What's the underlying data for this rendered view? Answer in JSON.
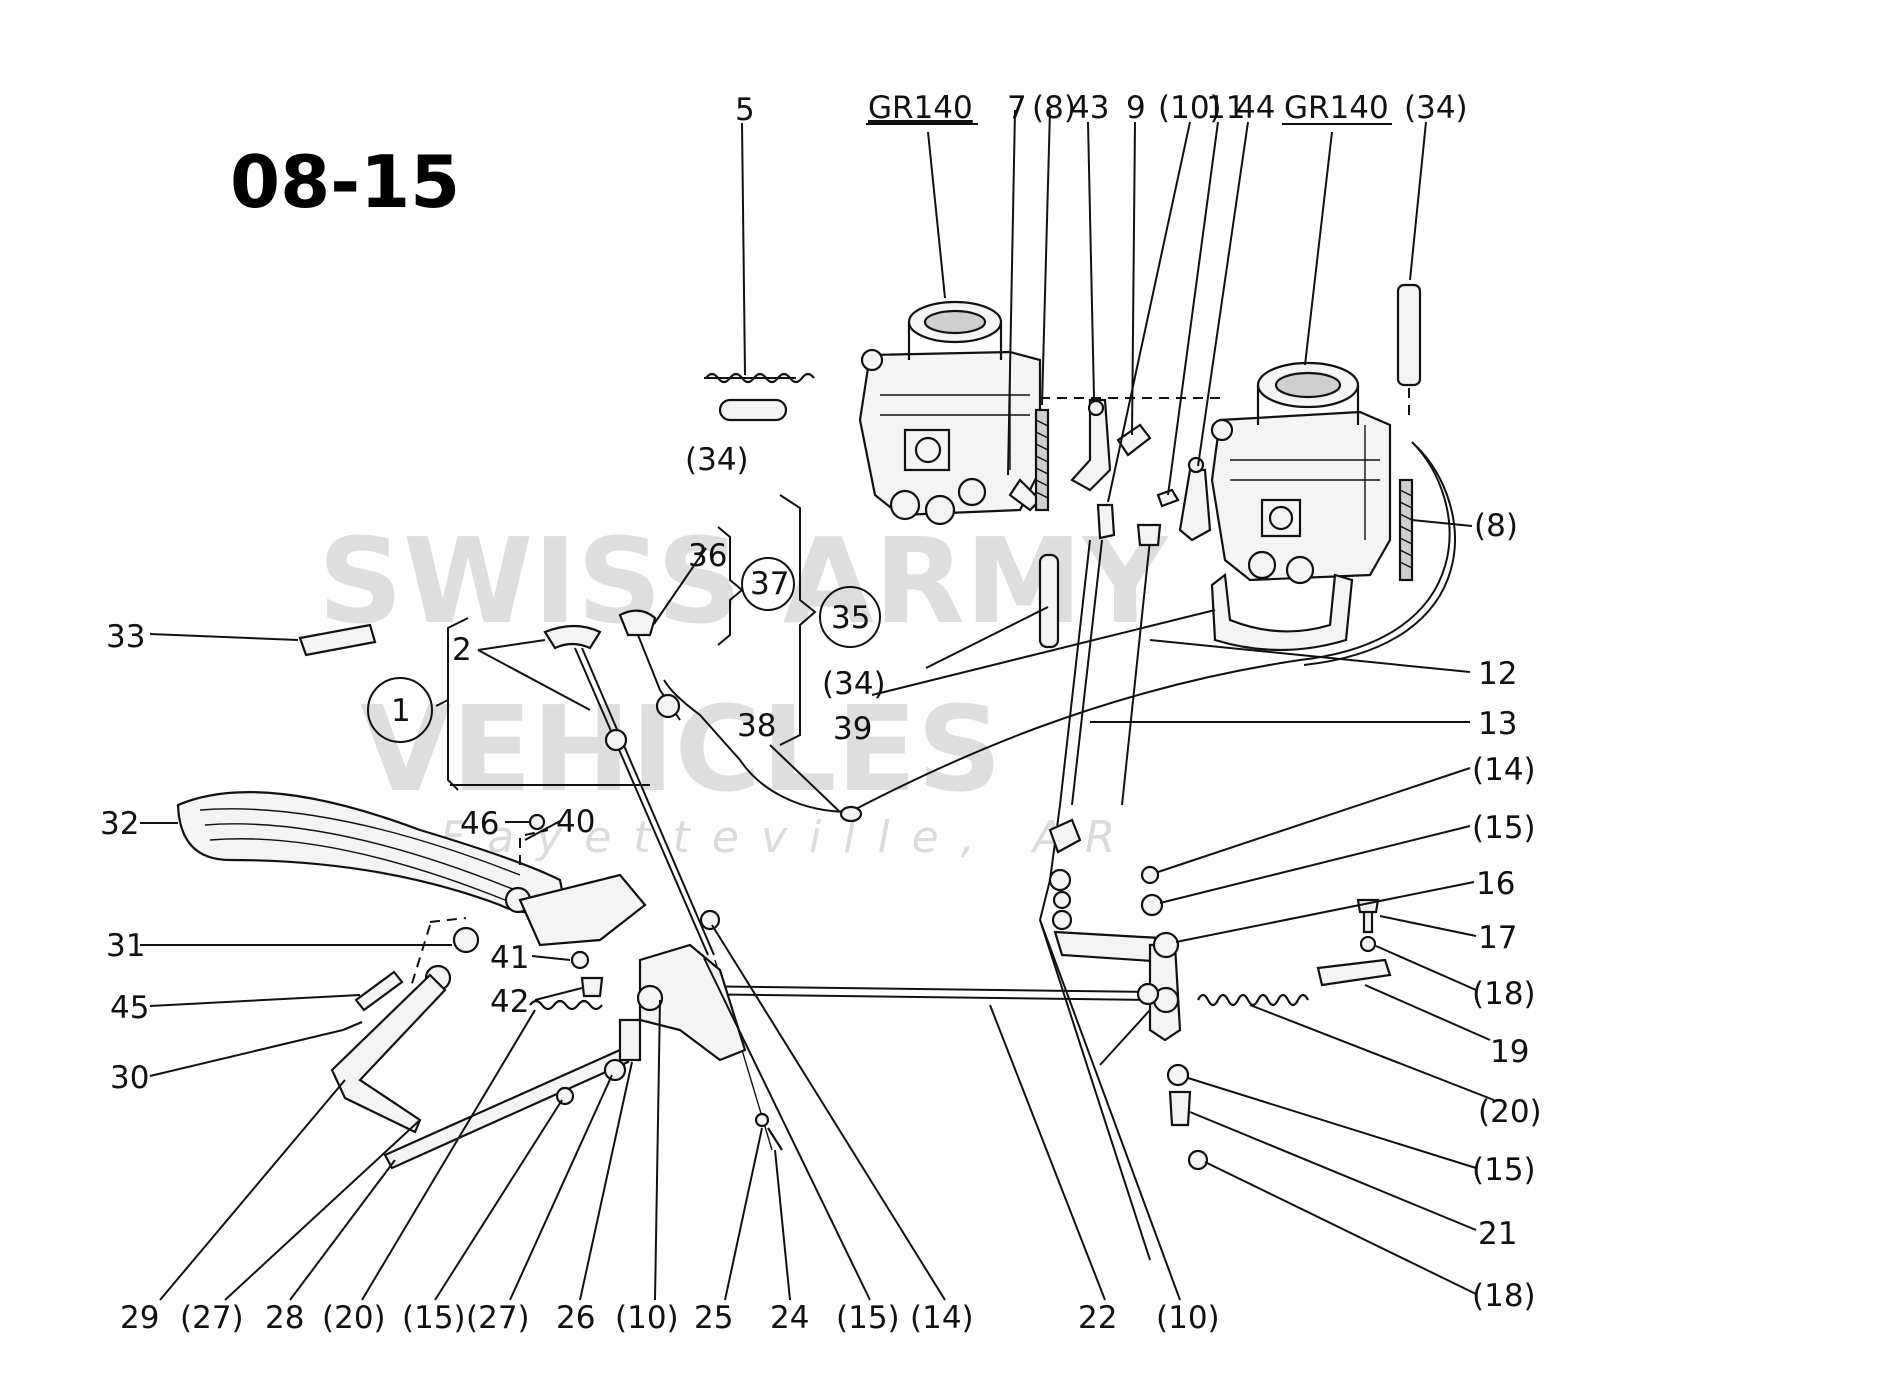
{
  "diagram": {
    "number": "08-15",
    "watermark": {
      "line1": "SWISS ARMY",
      "line2": "VEHICLES",
      "line3": "Fayetteville, AR"
    },
    "labels": [
      {
        "id": "5",
        "text": "5"
      },
      {
        "id": "gr140-left",
        "text": "GR140"
      },
      {
        "id": "7",
        "text": "7"
      },
      {
        "id": "8a",
        "text": "(8)"
      },
      {
        "id": "43",
        "text": "43"
      },
      {
        "id": "9",
        "text": "9"
      },
      {
        "id": "10a",
        "text": "(10)"
      },
      {
        "id": "11",
        "text": "11"
      },
      {
        "id": "44",
        "text": "44"
      },
      {
        "id": "gr140-right",
        "text": "GR140"
      },
      {
        "id": "34a",
        "text": "(34)"
      },
      {
        "id": "34b",
        "text": "(34)"
      },
      {
        "id": "36",
        "text": "36"
      },
      {
        "id": "37",
        "text": "37"
      },
      {
        "id": "35",
        "text": "35"
      },
      {
        "id": "33",
        "text": "33"
      },
      {
        "id": "2",
        "text": "2"
      },
      {
        "id": "1",
        "text": "1"
      },
      {
        "id": "34c",
        "text": "(34)"
      },
      {
        "id": "39",
        "text": "39"
      },
      {
        "id": "38",
        "text": "38"
      },
      {
        "id": "8b",
        "text": "(8)"
      },
      {
        "id": "12",
        "text": "12"
      },
      {
        "id": "13",
        "text": "13"
      },
      {
        "id": "14a",
        "text": "(14)"
      },
      {
        "id": "15a",
        "text": "(15)"
      },
      {
        "id": "16",
        "text": "16"
      },
      {
        "id": "17",
        "text": "17"
      },
      {
        "id": "18a",
        "text": "(18)"
      },
      {
        "id": "19",
        "text": "19"
      },
      {
        "id": "20a",
        "text": "(20)"
      },
      {
        "id": "15b",
        "text": "(15)"
      },
      {
        "id": "21",
        "text": "21"
      },
      {
        "id": "18b",
        "text": "(18)"
      },
      {
        "id": "32",
        "text": "32"
      },
      {
        "id": "46",
        "text": "46"
      },
      {
        "id": "40",
        "text": "40"
      },
      {
        "id": "31",
        "text": "31"
      },
      {
        "id": "41",
        "text": "41"
      },
      {
        "id": "42",
        "text": "42"
      },
      {
        "id": "45",
        "text": "45"
      },
      {
        "id": "30",
        "text": "30"
      },
      {
        "id": "29",
        "text": "29"
      },
      {
        "id": "27a",
        "text": "(27)"
      },
      {
        "id": "28",
        "text": "28"
      },
      {
        "id": "20b",
        "text": "(20)"
      },
      {
        "id": "15c",
        "text": "(15)"
      },
      {
        "id": "27b",
        "text": "(27)"
      },
      {
        "id": "26",
        "text": "26"
      },
      {
        "id": "10b",
        "text": "(10)"
      },
      {
        "id": "25",
        "text": "25"
      },
      {
        "id": "24",
        "text": "24"
      },
      {
        "id": "15d",
        "text": "(15)"
      },
      {
        "id": "14b",
        "text": "(14)"
      },
      {
        "id": "22",
        "text": "22"
      },
      {
        "id": "10c",
        "text": "(10)"
      }
    ]
  }
}
